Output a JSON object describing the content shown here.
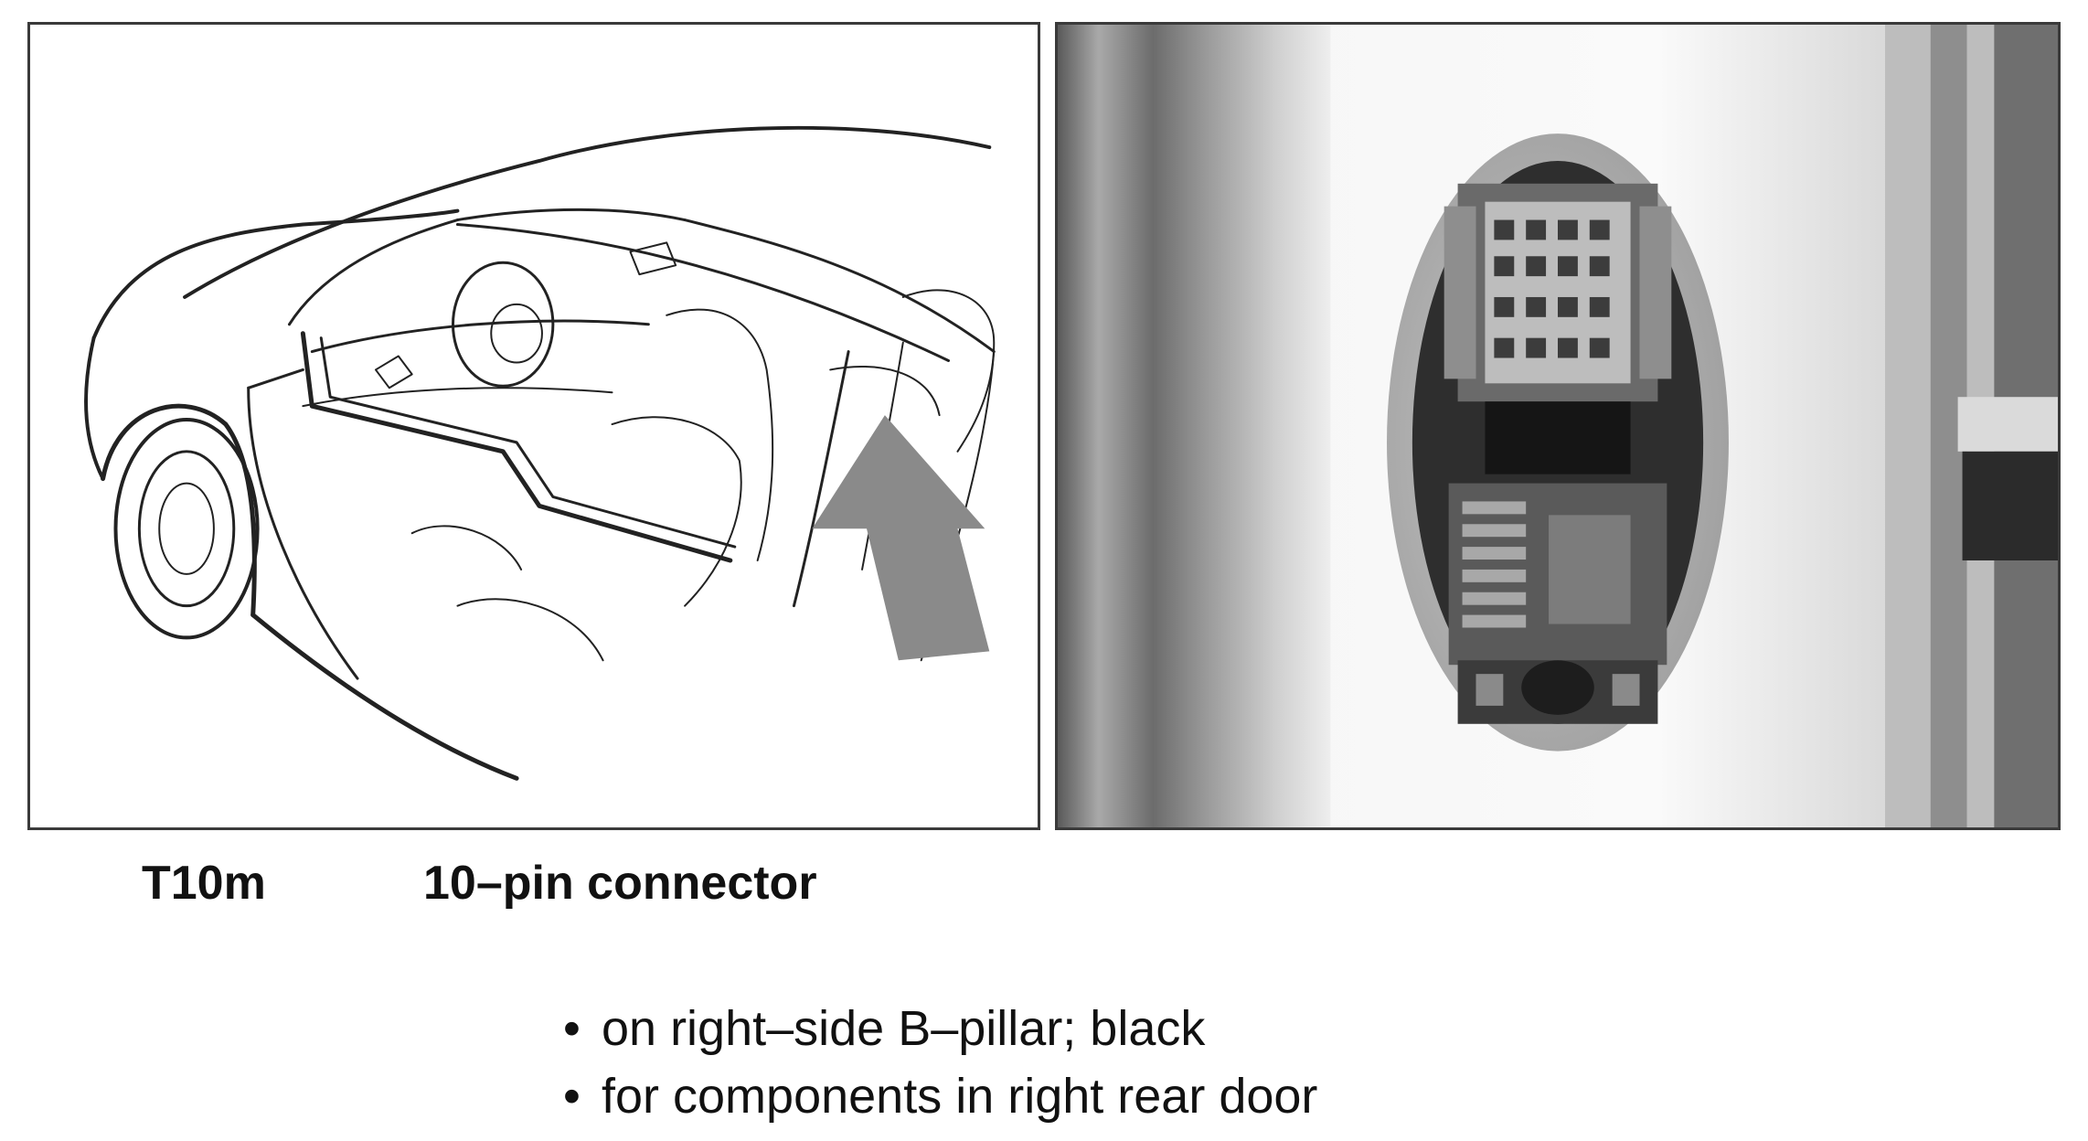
{
  "figure": {
    "left_panel": {
      "icon": "car-interior-line-drawing",
      "arrow_color": "#8a8a8a"
    },
    "right_panel": {
      "icon": "connector-photo"
    }
  },
  "caption": {
    "code": "T10m",
    "description": "10–pin connector"
  },
  "notes": [
    {
      "bullet": "•",
      "text": "on right–side B–pillar; black"
    },
    {
      "bullet": "•",
      "text": "for components in right rear door"
    }
  ]
}
